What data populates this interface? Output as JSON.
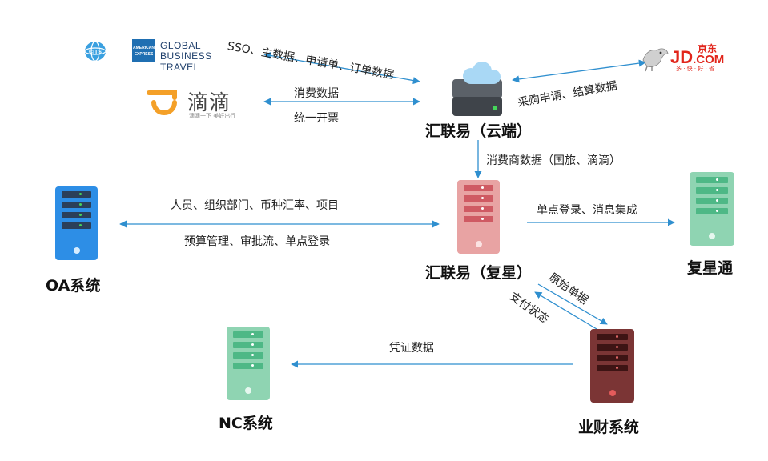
{
  "edges": {
    "sso": "SSO、主数据、申请单、订单数据",
    "consumption": "消费数据",
    "invoice": "统一开票",
    "jd": "采购申请、结算数据",
    "consumer_data": "消费商数据（国旅、滴滴）",
    "oa_top": "人员、组织部门、币种汇率、项目",
    "oa_bottom": "预算管理、审批流、单点登录",
    "sso_msg": "单点登录、消息集成",
    "original_doc": "原始单据",
    "payment_status": "支付状态",
    "voucher": "凭证数据"
  },
  "nodes": {
    "cloud": "汇联易（云端）",
    "fuxing": "汇联易（复星）",
    "fuxingtong": "复星通",
    "oa": "OA系统",
    "nc": "NC系统",
    "finance": "业财系统"
  },
  "logos": {
    "amex_line1": "GLOBAL",
    "amex_line2": "BUSINESS TRAVEL",
    "amex_badge": "AMERICAN EXPRESS",
    "cits": "CITS",
    "didi_name": "滴滴",
    "didi_slogan": "滴滴一下 美好出行",
    "jd_cn": "京东",
    "jd_en1": "JD",
    "jd_en2": ".COM",
    "jd_slogan": "多 · 快 · 好 · 省"
  },
  "colors": {
    "arrow": "#2f8fcf",
    "blue_server": "#2d8ee6",
    "pink_server": "#e8a3a3",
    "green_server": "#8fd4b2",
    "dark_red_server": "#7b3535",
    "cloud_server": "#4a4f55",
    "didi_orange": "#f4a028",
    "jd_red": "#e1251b"
  }
}
